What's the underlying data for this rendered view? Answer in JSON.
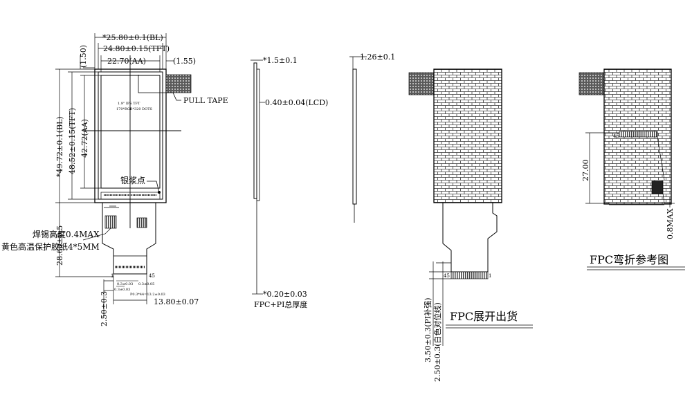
{
  "front_view": {
    "bl_width": "*25.80±0.1(BL)",
    "tft_width": "24.80±0.15(TFT)",
    "aa_width": "22.70(AA)",
    "top_margin": "(1.50)",
    "right_margin": "(1.55)",
    "bl_height": "*49.72±0.1(BL)",
    "tft_height": "48.52±0.15(TFT)",
    "aa_height": "42.72(AA)",
    "pull_tape": "PULL TAPE",
    "panel_line1": "1.9\" IPS TFT",
    "panel_line2": "170*RGB*320 DOTS",
    "silver_dot": "银浆点",
    "solder_height": "焊锡高度0.4MAX",
    "protect_paper": "黄色高温保护胶纸4*5MM",
    "fpc_length": "28.60±0.5",
    "pin_first": "1",
    "pin_last": "45",
    "pitch_a": "0.3±0.03",
    "pitch_b": "0.3±0.03",
    "pitch_c": "0.3±0.05",
    "pitch_total": "P0.3*44=13.2±0.03",
    "fpc_width": "13.80±0.07",
    "fpc_tail": "2.50±0.3"
  },
  "side_view_1": {
    "top": "*1.5±0.1",
    "lcd": "0.40±0.04(LCD)",
    "bottom": "*0.20±0.03",
    "bottom_caption": "FPC+PI总厚度"
  },
  "side_view_2": {
    "top": "1.26±0.1"
  },
  "unfolded_view": {
    "pin_last": "45",
    "pin_first": "1",
    "stiffener": "3.50±0.3(PI补强)",
    "white_line": "2.50±0.3(白色对位线)",
    "caption": "FPC展开出货"
  },
  "folded_view": {
    "height": "27.00",
    "thickness": "0.8MAX",
    "pin_marker": "45",
    "caption": "FPC弯折参考图"
  }
}
